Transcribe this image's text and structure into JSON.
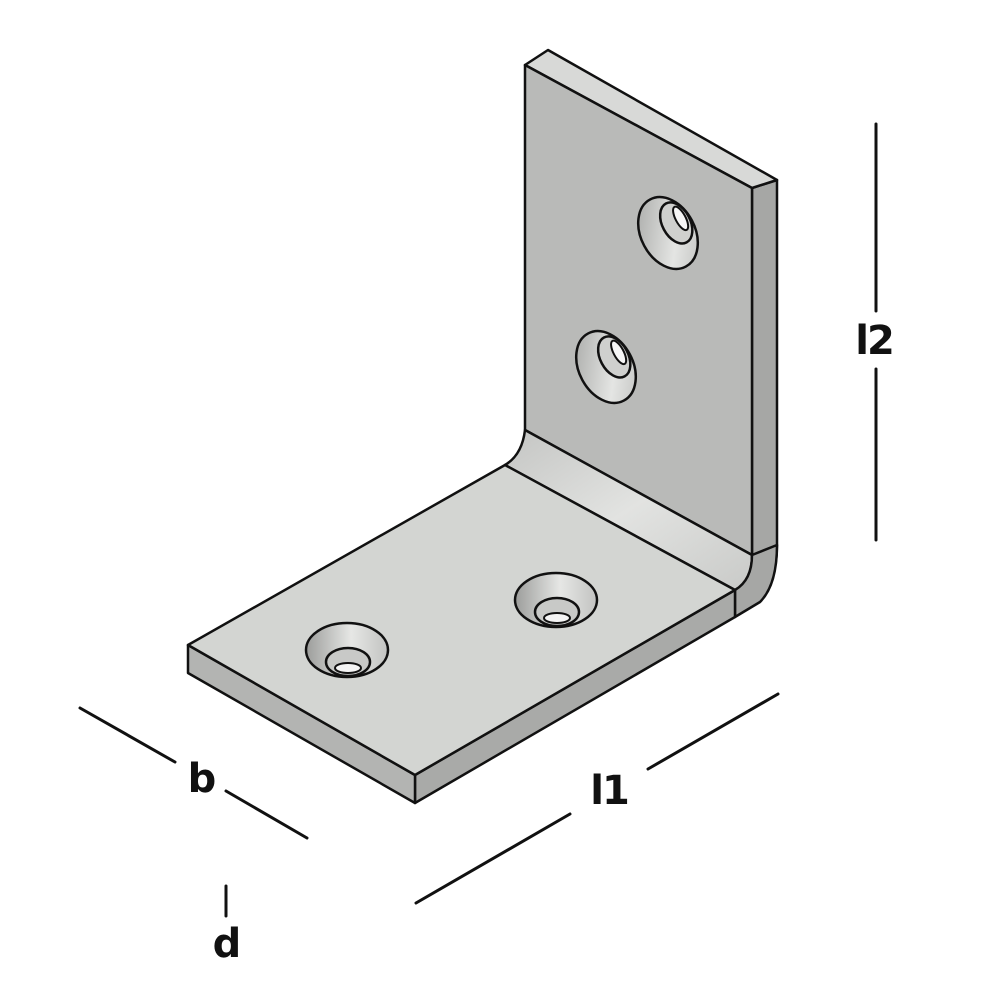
{
  "diagram": {
    "subject": "Angle bracket (L-shaped metal plate) with four countersunk holes",
    "colors": {
      "background": "#ffffff",
      "outline": "#111111",
      "face_top": "#d3d5d2",
      "face_vertical_front": "#b9bab8",
      "face_side": "#a6a7a5",
      "face_edge_front": "#b3b4b2",
      "face_top_edge": "#d8d9d7",
      "bend_highlight": "#e2e3e1",
      "hole_inner": "#eeeeee",
      "dimension_line": "#111111"
    },
    "holes": {
      "horizontal_plate_count": 2,
      "vertical_plate_count": 2,
      "type": "countersunk"
    }
  },
  "dimensions": {
    "l2": {
      "label": "l2",
      "meaning": "height of vertical leg"
    },
    "l1": {
      "label": "l1",
      "meaning": "length of horizontal leg"
    },
    "b": {
      "label": "b",
      "meaning": "width"
    },
    "d": {
      "label": "d",
      "meaning": "thickness"
    }
  }
}
